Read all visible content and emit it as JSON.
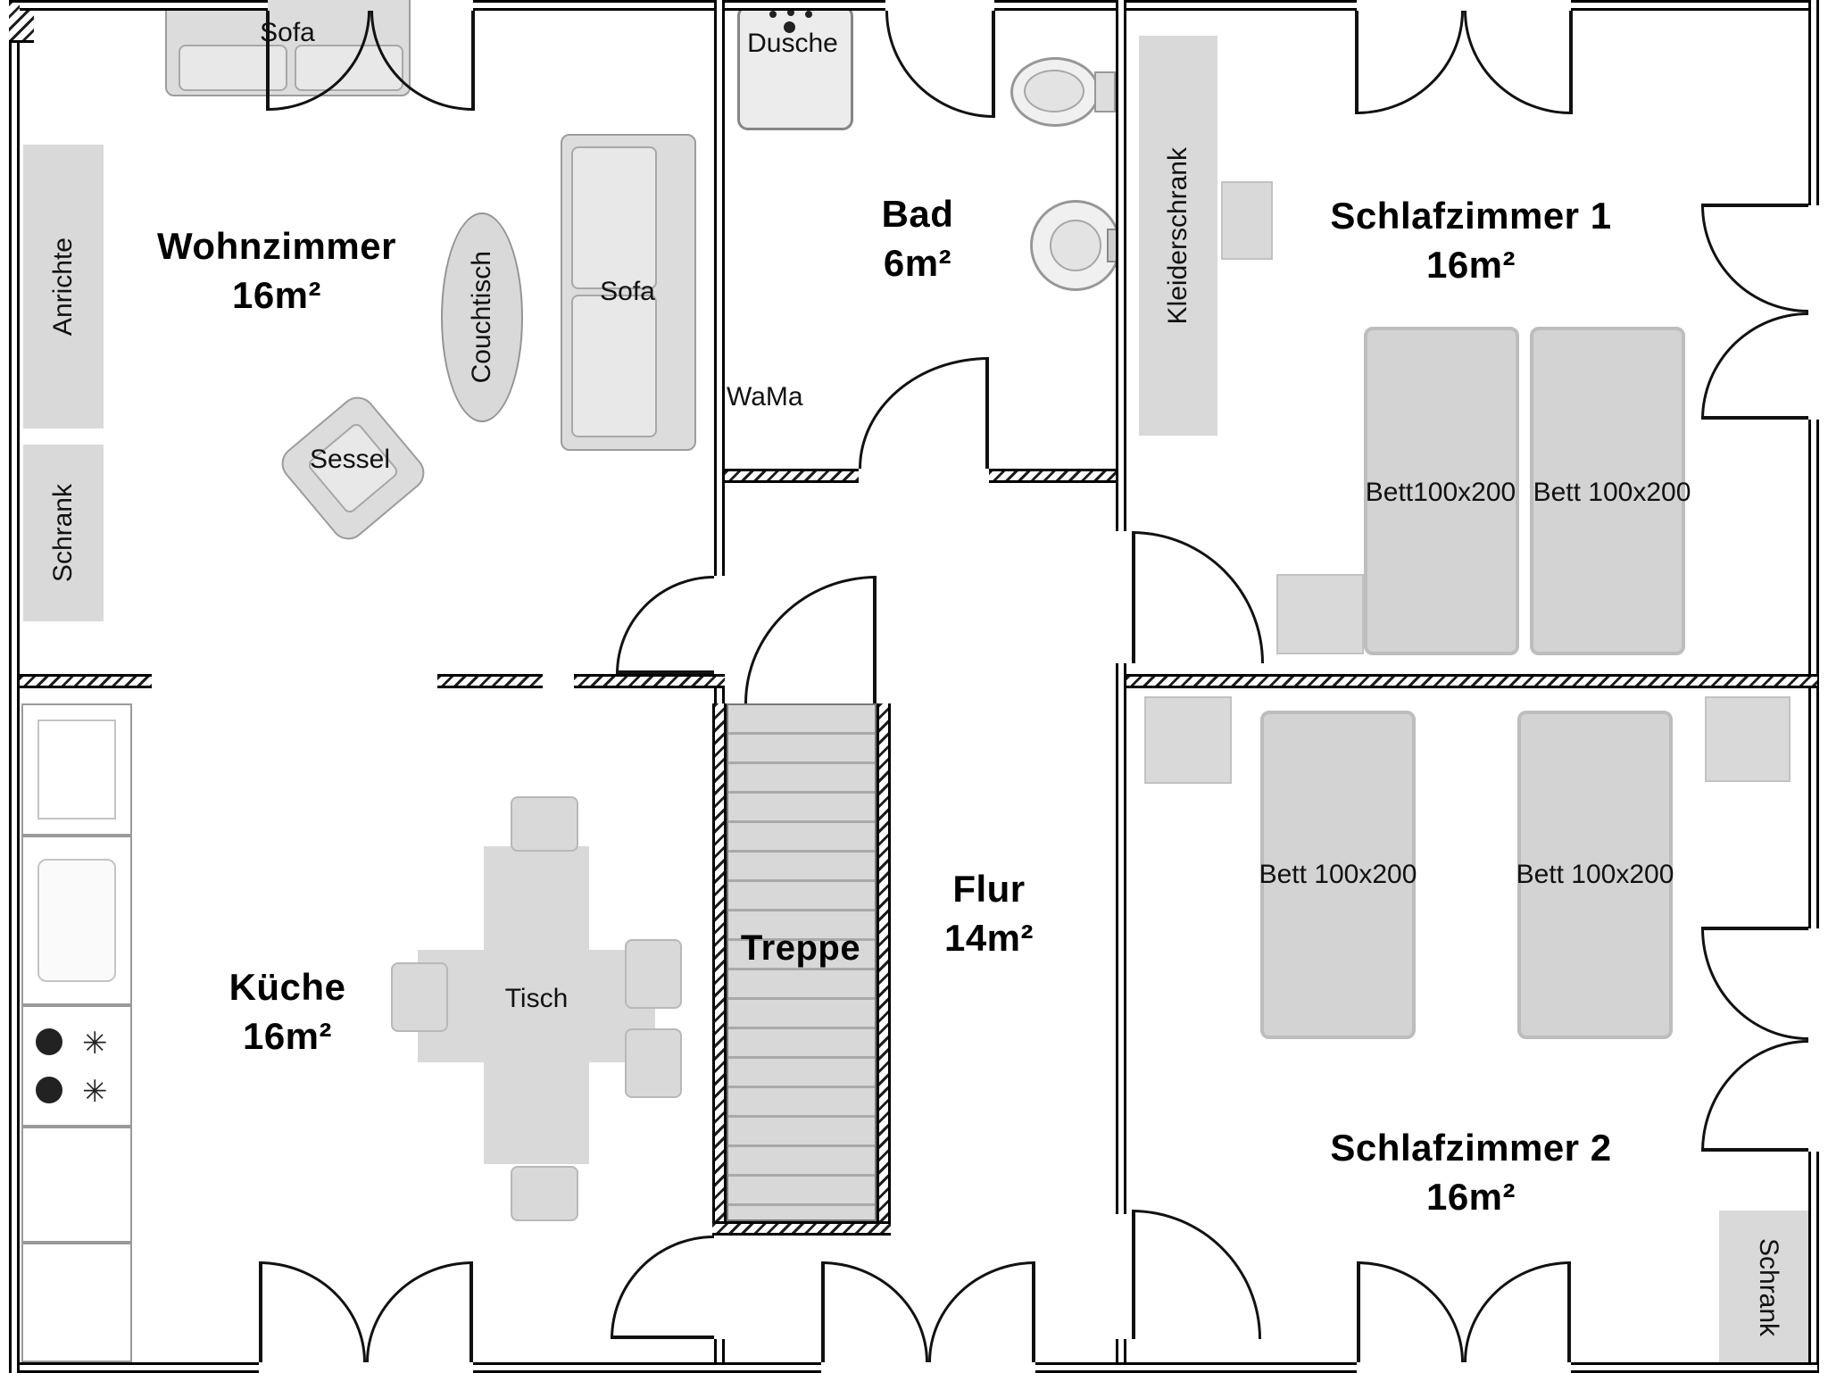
{
  "plan": {
    "rooms": [
      {
        "name": "Wohnzimmer",
        "area": "16m²"
      },
      {
        "name": "Bad",
        "area": "6m²"
      },
      {
        "name": "Schlafzimmer 1",
        "area": "16m²"
      },
      {
        "name": "Küche",
        "area": "16m²"
      },
      {
        "name": "Flur",
        "area": "14m²"
      },
      {
        "name": "Schlafzimmer 2",
        "area": "16m²"
      },
      {
        "name": "Treppe",
        "area": ""
      }
    ],
    "furniture": {
      "sofa_top": "Sofa",
      "sofa_right": "Sofa",
      "couchtisch": "Couchtisch",
      "sessel": "Sessel",
      "anrichte": "Anrichte",
      "schrank_left": "Schrank",
      "dusche": "Dusche",
      "wama": "WaMa",
      "kleiderschrank": "Kleiderschrank",
      "bett1": "Bett100x200",
      "bett2": "Bett 100x200",
      "bett3": "Bett 100x200",
      "bett4": "Bett 100x200",
      "tisch": "Tisch",
      "schrank_sz2": "Schrank"
    },
    "icons": {
      "hotplate": "✳"
    },
    "colors": {
      "wall": "#000000",
      "furniture": "#d9d9d9",
      "stairs": "#d8d8d8",
      "background": "#ffffff"
    }
  }
}
